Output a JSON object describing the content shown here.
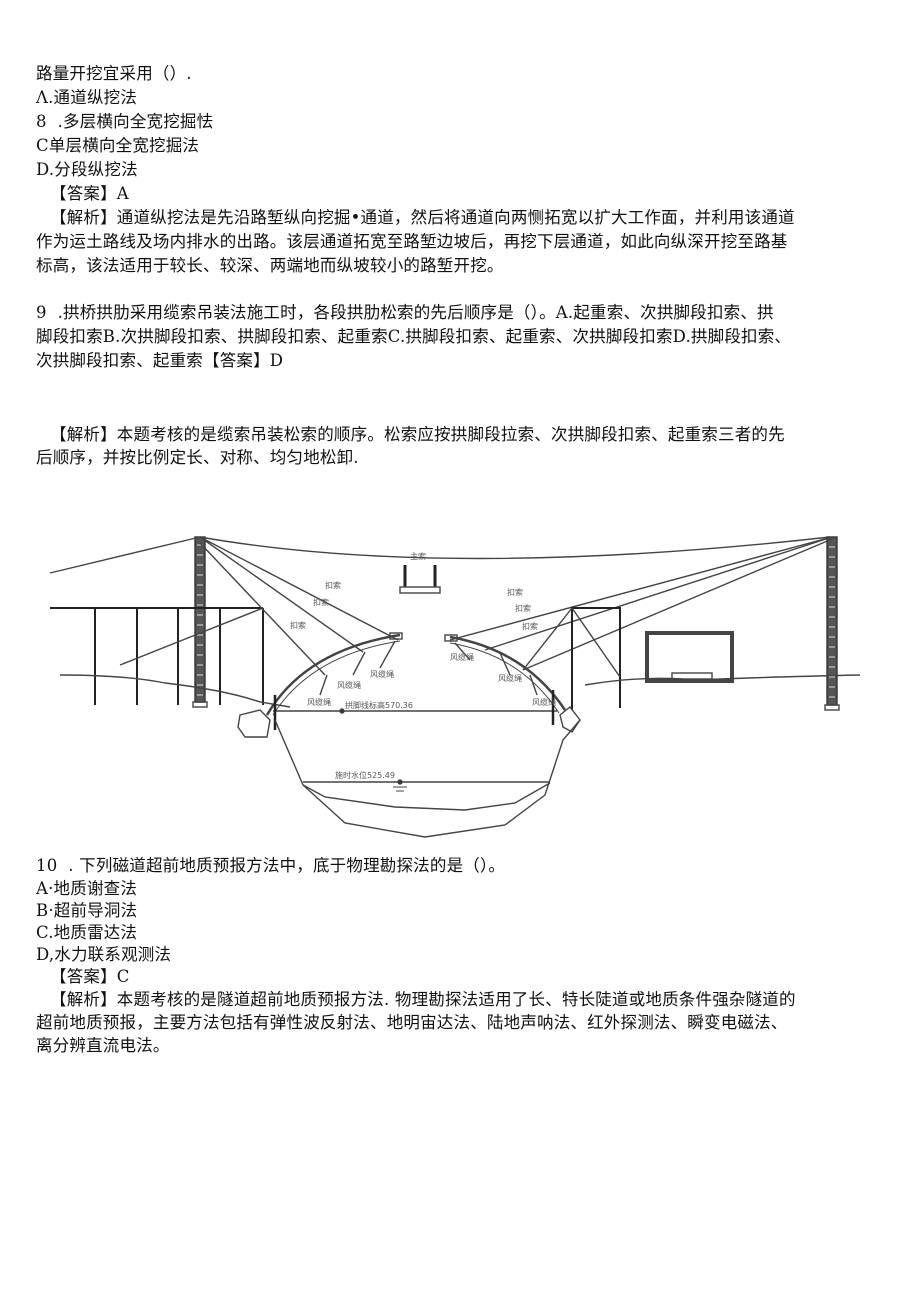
{
  "q8": {
    "stem_tail": "路量开挖宜采用（）.",
    "options": [
      "Λ.通道纵挖法",
      "8  .多层横向全宽挖掘怯",
      "C单层横向全宽挖掘法",
      "D.分段纵挖法"
    ],
    "answer": "【答案】A",
    "analysis_lines": [
      "【解析】通道纵挖法是先沿路堑纵向挖掘•通道，然后将通道向两恻拓宽以扩大工作面，并利用该通道",
      "作为运土路线及场内排水的出路。该层通道拓宽至路堑边坡后，再挖下层通道，如此向纵深开挖至路基",
      "标高，该法适用于较长、较深、两端地而纵坡较小的路堑开挖。"
    ]
  },
  "q9": {
    "lines": [
      "9  .拱桥拱肋采用缆索吊装法施工时，各段拱肋松索的先后顺序是（）。A.起重索、次拱脚段扣索、拱",
      "脚段扣索B.次拱脚段扣索、拱脚段扣索、起重索C.拱脚段扣索、起重索、次拱脚段扣索D.拱脚段扣索、",
      "次拱脚段扣索、起重索【答案】D"
    ],
    "analysis_lines": [
      "【解析】本题考核的是缆索吊装松索的顺序。松索应按拱脚段拉索、次拱脚段扣索、起重索三者的先",
      "后顺序，并按比例定长、对称、均匀地松卸."
    ]
  },
  "diagram": {
    "labels": {
      "main_cable": "主索",
      "buckle_cable": "扣索",
      "wind_cable": "风缆绳",
      "arch_foot_elevation": "拱脚线标高570.36",
      "water_level": "施时水位525.49"
    }
  },
  "q10": {
    "stem": "10  . 下列磁道超前地质预报方法中，底于物理勘探法的是（）。",
    "options": [
      "A·地质谢查法",
      "B·超前导洞法",
      "C.地质雷达法",
      "D,水力联系观测法"
    ],
    "answer": "【答案】C",
    "analysis_lines": [
      "【解析】本题考核的是隧道超前地质预报方法. 物理勘探法适用了长、特长陡道或地质条件强杂隧道的",
      "超前地质预报，主要方法包括有弹性波反射法、地明宙达法、陆地声呐法、红外探测法、瞬变电磁法、",
      "离分辨直流电法。"
    ]
  }
}
